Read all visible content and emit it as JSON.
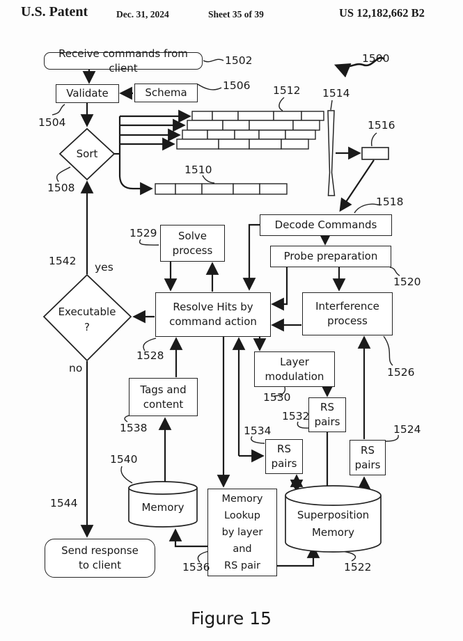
{
  "header": {
    "title": "U.S. Patent",
    "date": "Dec. 31, 2024",
    "sheet": "Sheet 35 of 39",
    "number": "US 12,182,662 B2"
  },
  "figure": {
    "caption": "Figure 15",
    "ref": "1500"
  },
  "nodes": {
    "receive": {
      "label": "Receive commands from client",
      "ref": "1502"
    },
    "validate": {
      "label": "Validate",
      "ref": "1504"
    },
    "schema": {
      "label": "Schema",
      "ref": "1506"
    },
    "sort": {
      "label": "Sort",
      "ref": "1508"
    },
    "sorted_bar": {
      "ref": "1510"
    },
    "brick_rows": {
      "ref": "1512"
    },
    "funnel": {
      "ref": "1514"
    },
    "collector": {
      "ref": "1516"
    },
    "decode": {
      "label": "Decode Commands",
      "ref": "1518"
    },
    "probe": {
      "label": "Probe preparation",
      "ref": "1520"
    },
    "superposition": {
      "line1": "Superposition",
      "line2": "Memory",
      "ref": "1522"
    },
    "rs_pairs_right": {
      "line1": "RS",
      "line2": "pairs",
      "ref": "1524"
    },
    "interference": {
      "line1": "Interference",
      "line2": "process",
      "ref": "1526"
    },
    "resolve": {
      "line1": "Resolve Hits by",
      "line2": "command action",
      "ref": "1528"
    },
    "solve": {
      "line1": "Solve",
      "line2": "process",
      "ref": "1529"
    },
    "layer": {
      "line1": "Layer",
      "line2": "modulation",
      "ref": "1530"
    },
    "rs_pairs_mid": {
      "line1": "RS",
      "line2": "pairs",
      "ref": "1532"
    },
    "rs_pairs_left": {
      "line1": "RS",
      "line2": "pairs",
      "ref": "1534"
    },
    "lookup": {
      "line1": "Memory",
      "line2": "Lookup",
      "line3": "by layer",
      "line4": "and",
      "line5": "RS pair",
      "ref": "1536"
    },
    "tags": {
      "line1": "Tags and",
      "line2": "content",
      "ref": "1538"
    },
    "memory": {
      "label": "Memory",
      "ref": "1540"
    },
    "executable": {
      "line1": "Executable",
      "line2": "?",
      "ref": "1542",
      "yes_label": "yes",
      "no_label": "no"
    },
    "send": {
      "line1": "Send response",
      "line2": "to client",
      "ref": "1544"
    }
  }
}
